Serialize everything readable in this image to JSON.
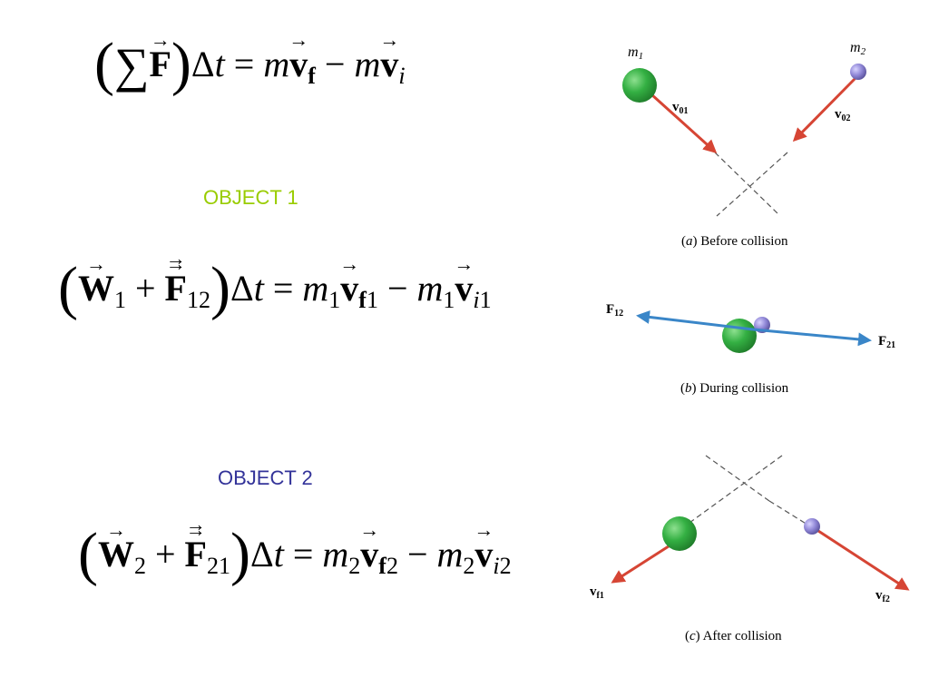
{
  "labels": {
    "object1": "OBJECT 1",
    "object2": "OBJECT 2"
  },
  "captions": {
    "a_letter": "a",
    "a_text": "Before collision",
    "b_letter": "b",
    "b_text": "During collision",
    "c_letter": "c",
    "c_text": "After collision"
  },
  "diagram_labels": {
    "m1": "m",
    "m1_sub": "1",
    "m2": "m",
    "m2_sub": "2",
    "v01": "v",
    "v01_sub": "01",
    "v02": "v",
    "v02_sub": "02",
    "F12": "F",
    "F12_sub": "12",
    "F21": "F",
    "F21_sub": "21",
    "vf1": "v",
    "vf1_sub": "f1",
    "vf2": "v",
    "vf2_sub": "f2"
  },
  "colors": {
    "object1_label": "#99cc00",
    "object2_label": "#333399",
    "velocity_arrow": "#d64534",
    "force_arrow": "#3a86c8",
    "ball1": "#2fa83a",
    "ball2": "#8f86d6"
  }
}
